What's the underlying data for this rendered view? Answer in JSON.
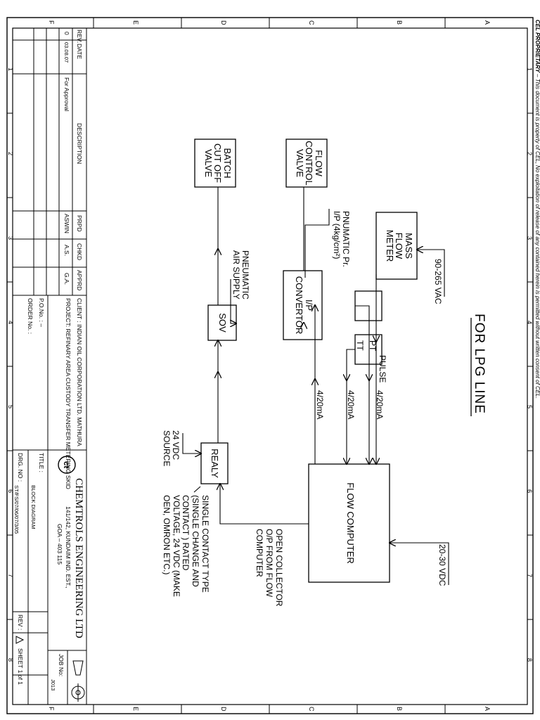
{
  "header": {
    "proprietary_label": "CEL PROPRIETARY",
    "proprietary_notice": "– This document is property of CEL, No exploitation of release of any contained herein is permitted without written consent of CEL."
  },
  "zones": {
    "letters": [
      "F",
      "E",
      "D",
      "C",
      "B",
      "A"
    ],
    "numbers": [
      "1",
      "2",
      "3",
      "4",
      "5",
      "6",
      "7",
      "8"
    ]
  },
  "diagram": {
    "title": "FOR LPG LINE",
    "blocks": {
      "mass_flow_meter": "MASS\nFLOW\nMETER",
      "flow_control_valve": "FLOW\nCONTROL\nVALVE",
      "batch_cut_off_valve": "BATCH\nCUT OFF\nVALVE",
      "ip_convertor": "I/P\nCONVERTOR",
      "sov": "SOV",
      "realy": "REALY",
      "flow_computer": "FLOW COMPUTER",
      "pt_box": "",
      "tt_box": ""
    },
    "labels": {
      "vac": "90-265 VAC",
      "vdc_fc": "20-30 VDC",
      "pulse": "PULSE",
      "pt": "PT",
      "tt": "TT",
      "ma_pulse": "4/20mA",
      "ma_tt": "4/20mA",
      "ma_ip": "4/20mA",
      "pneumatic_pr": "PNUMATIC Pr.\nI/P (4kg/cm²)",
      "pneumatic_air": "PNEUMATIC\nAIR SUPPLY",
      "vdc_source": "24 VDC\nSOURCE",
      "open_collector": "OPEN COLLECTOR\nO/P FROM FLOW\nCOMPUTER",
      "contact_note": "SINGLE CONTACT TYPE\n(SINGLE CHANGE AND\nCONTACT ) RATED\nVOLTAGE, 24 VDC (MAKE\nOEN, OMRON ETC.)"
    }
  },
  "revision_table": {
    "rev_header": "REV.",
    "date_header": "DATE",
    "description_header": "DESCRIPTION",
    "row": {
      "rev": "0",
      "date": "03.08.07",
      "description": "For Approval",
      "prpd": "ASWIN",
      "chkd": "A.S.",
      "appd": "G.A."
    },
    "prpd_header": "PRPD",
    "chkd_header": "CHKD",
    "appd_header": "APPRD"
  },
  "title_block": {
    "client": "CLIENT : INDIAN OIL CORPORATION LTD. MATHURA",
    "project": "PROJECT: REFINARY AREA CUSTODY TRANSFER METERING SKID",
    "po_no": "P.O.No. : –",
    "order_no": "ORDER No. :",
    "company_name": "CHEMTROLS ENGINEERING LTD",
    "company_address": "141/142, KUNDAIM IND. EST.,",
    "company_city": "GOA – 403 115",
    "title_label": "TITLE :",
    "title_value": "BLOCK DIAGRAM",
    "drg_label": "DRG. NO :",
    "drg_value": "ST/FS/07/06/07/3/05",
    "rev_label": "REV :",
    "job_no_label": "JOB No:",
    "job_no_value": "J013",
    "sheet_label": "SHEET",
    "sheet_no": "1",
    "sheet_of": "of",
    "sheet_total": "1"
  }
}
